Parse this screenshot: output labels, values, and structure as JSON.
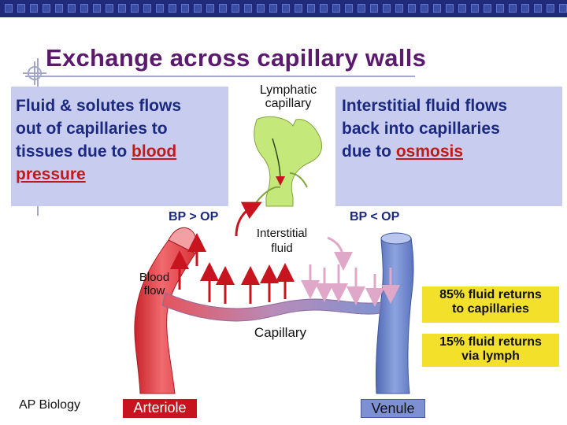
{
  "slide": {
    "title": "Exchange across capillary walls",
    "footer": "AP Biology"
  },
  "boxes": {
    "left_line1": "Fluid & solutes flows",
    "left_line2": "out of capillaries to",
    "left_line3_pre": "tissues due to ",
    "left_line3_hl": "blood",
    "left_line4_hl": "pressure",
    "right_line1": "Interstitial fluid flows",
    "right_line2": "back into capillaries",
    "right_line3_pre": "due to ",
    "right_line3_hl": "osmosis"
  },
  "diagram": {
    "lymphatic_line1": "Lymphatic",
    "lymphatic_line2": "capillary",
    "bp_left": "BP > OP",
    "bp_right": "BP < OP",
    "interstitial_line1": "Interstitial",
    "interstitial_line2": "fluid",
    "blood_flow_line1": "Blood",
    "blood_flow_line2": "flow",
    "capillary": "Capillary",
    "callout1_line1": "85% fluid returns",
    "callout1_line2": "to capillaries",
    "callout2_line1": "15% fluid returns",
    "callout2_line2": "via lymph",
    "arteriole": "Arteriole",
    "venule": "Venule"
  },
  "colors": {
    "title": "#5b1a6e",
    "box_fill": "#c8cdf0",
    "box_text": "#1b2a80",
    "highlight": "#c21a1a",
    "callout": "#f3e02a",
    "tag_red": "#c8141e",
    "tag_blue": "#7e90d4",
    "artery": "#e8464c",
    "vein": "#6f88cc",
    "lymph": "#c5e87a"
  }
}
